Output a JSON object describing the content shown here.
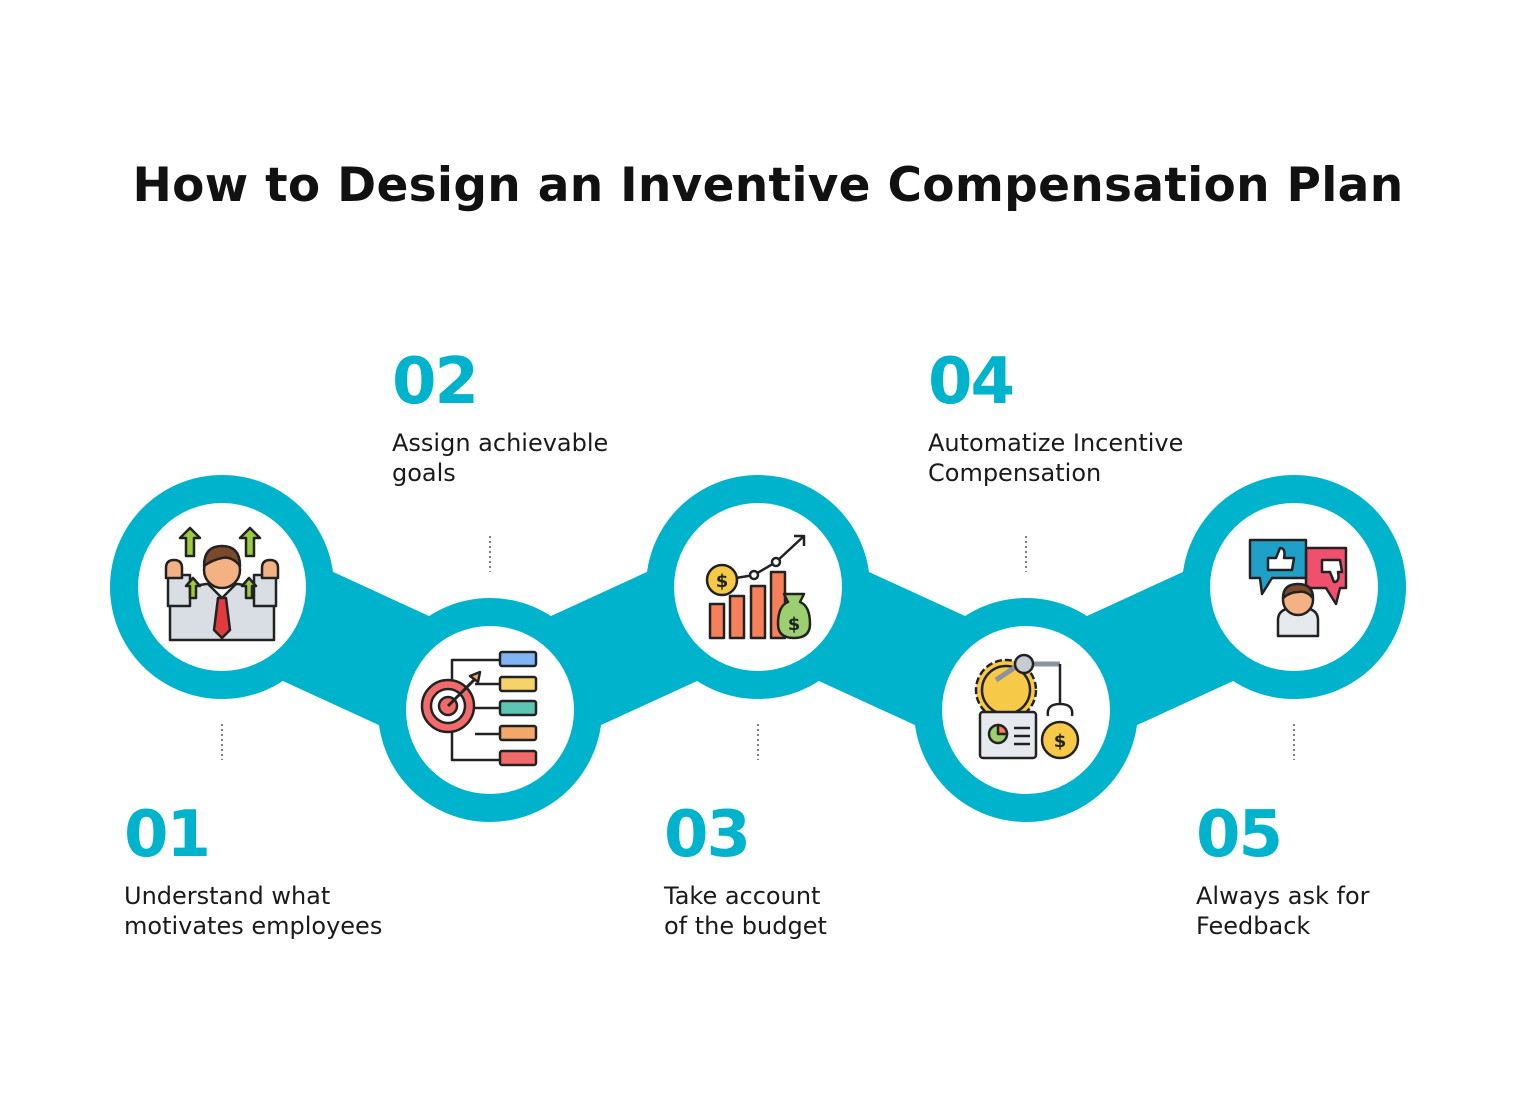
{
  "title": "How to Design an Inventive Compensation Plan",
  "colors": {
    "accent": "#00B3CC",
    "text": "#111111",
    "background": "#FFFFFF"
  },
  "steps": [
    {
      "number": "01",
      "line1": "Understand what",
      "line2": "motivates employees",
      "icon": "motivated-employee-icon"
    },
    {
      "number": "02",
      "line1": "Assign achievable",
      "line2": "goals",
      "icon": "goal-target-icon"
    },
    {
      "number": "03",
      "line1": "Take account",
      "line2": "of the budget",
      "icon": "budget-growth-icon"
    },
    {
      "number": "04",
      "line1": "Automatize Incentive",
      "line2": "Compensation",
      "icon": "automation-gear-icon"
    },
    {
      "number": "05",
      "line1": "Always ask for",
      "line2": "Feedback",
      "icon": "feedback-icon"
    }
  ]
}
